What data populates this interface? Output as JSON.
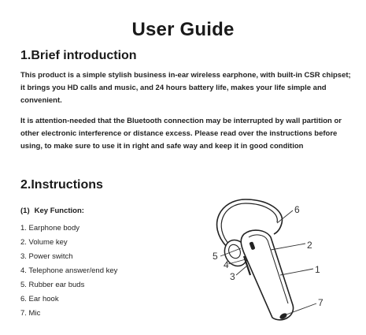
{
  "title": "User Guide",
  "sections": {
    "intro": {
      "heading": "1.Brief introduction",
      "paragraphs": [
        "This product is a simple stylish business in-ear wireless earphone, with built-in CSR chipset; it brings you HD calls and music, and 24 hours battery life, makes your life simple and convenient.",
        "It is attention-needed that the Bluetooth connection may be interrupted by wall partition or other electronic interference or distance excess. Please read over the instructions before using, to make sure to use it in right and safe way and keep it in good condition"
      ]
    },
    "instructions": {
      "heading": "2.Instructions",
      "key_function": {
        "number": "(1)",
        "label": "Key Function",
        "suffix": ":"
      },
      "items": [
        "1. Earphone body",
        "2. Volume key",
        "3. Power switch",
        "4. Telephone answer/end key",
        "5. Rubber ear buds",
        "6. Ear hook",
        "7. Mic"
      ]
    }
  },
  "diagram": {
    "icon": "bluetooth-earpiece",
    "callouts": [
      "1",
      "2",
      "3",
      "4",
      "5",
      "6",
      "7"
    ]
  }
}
